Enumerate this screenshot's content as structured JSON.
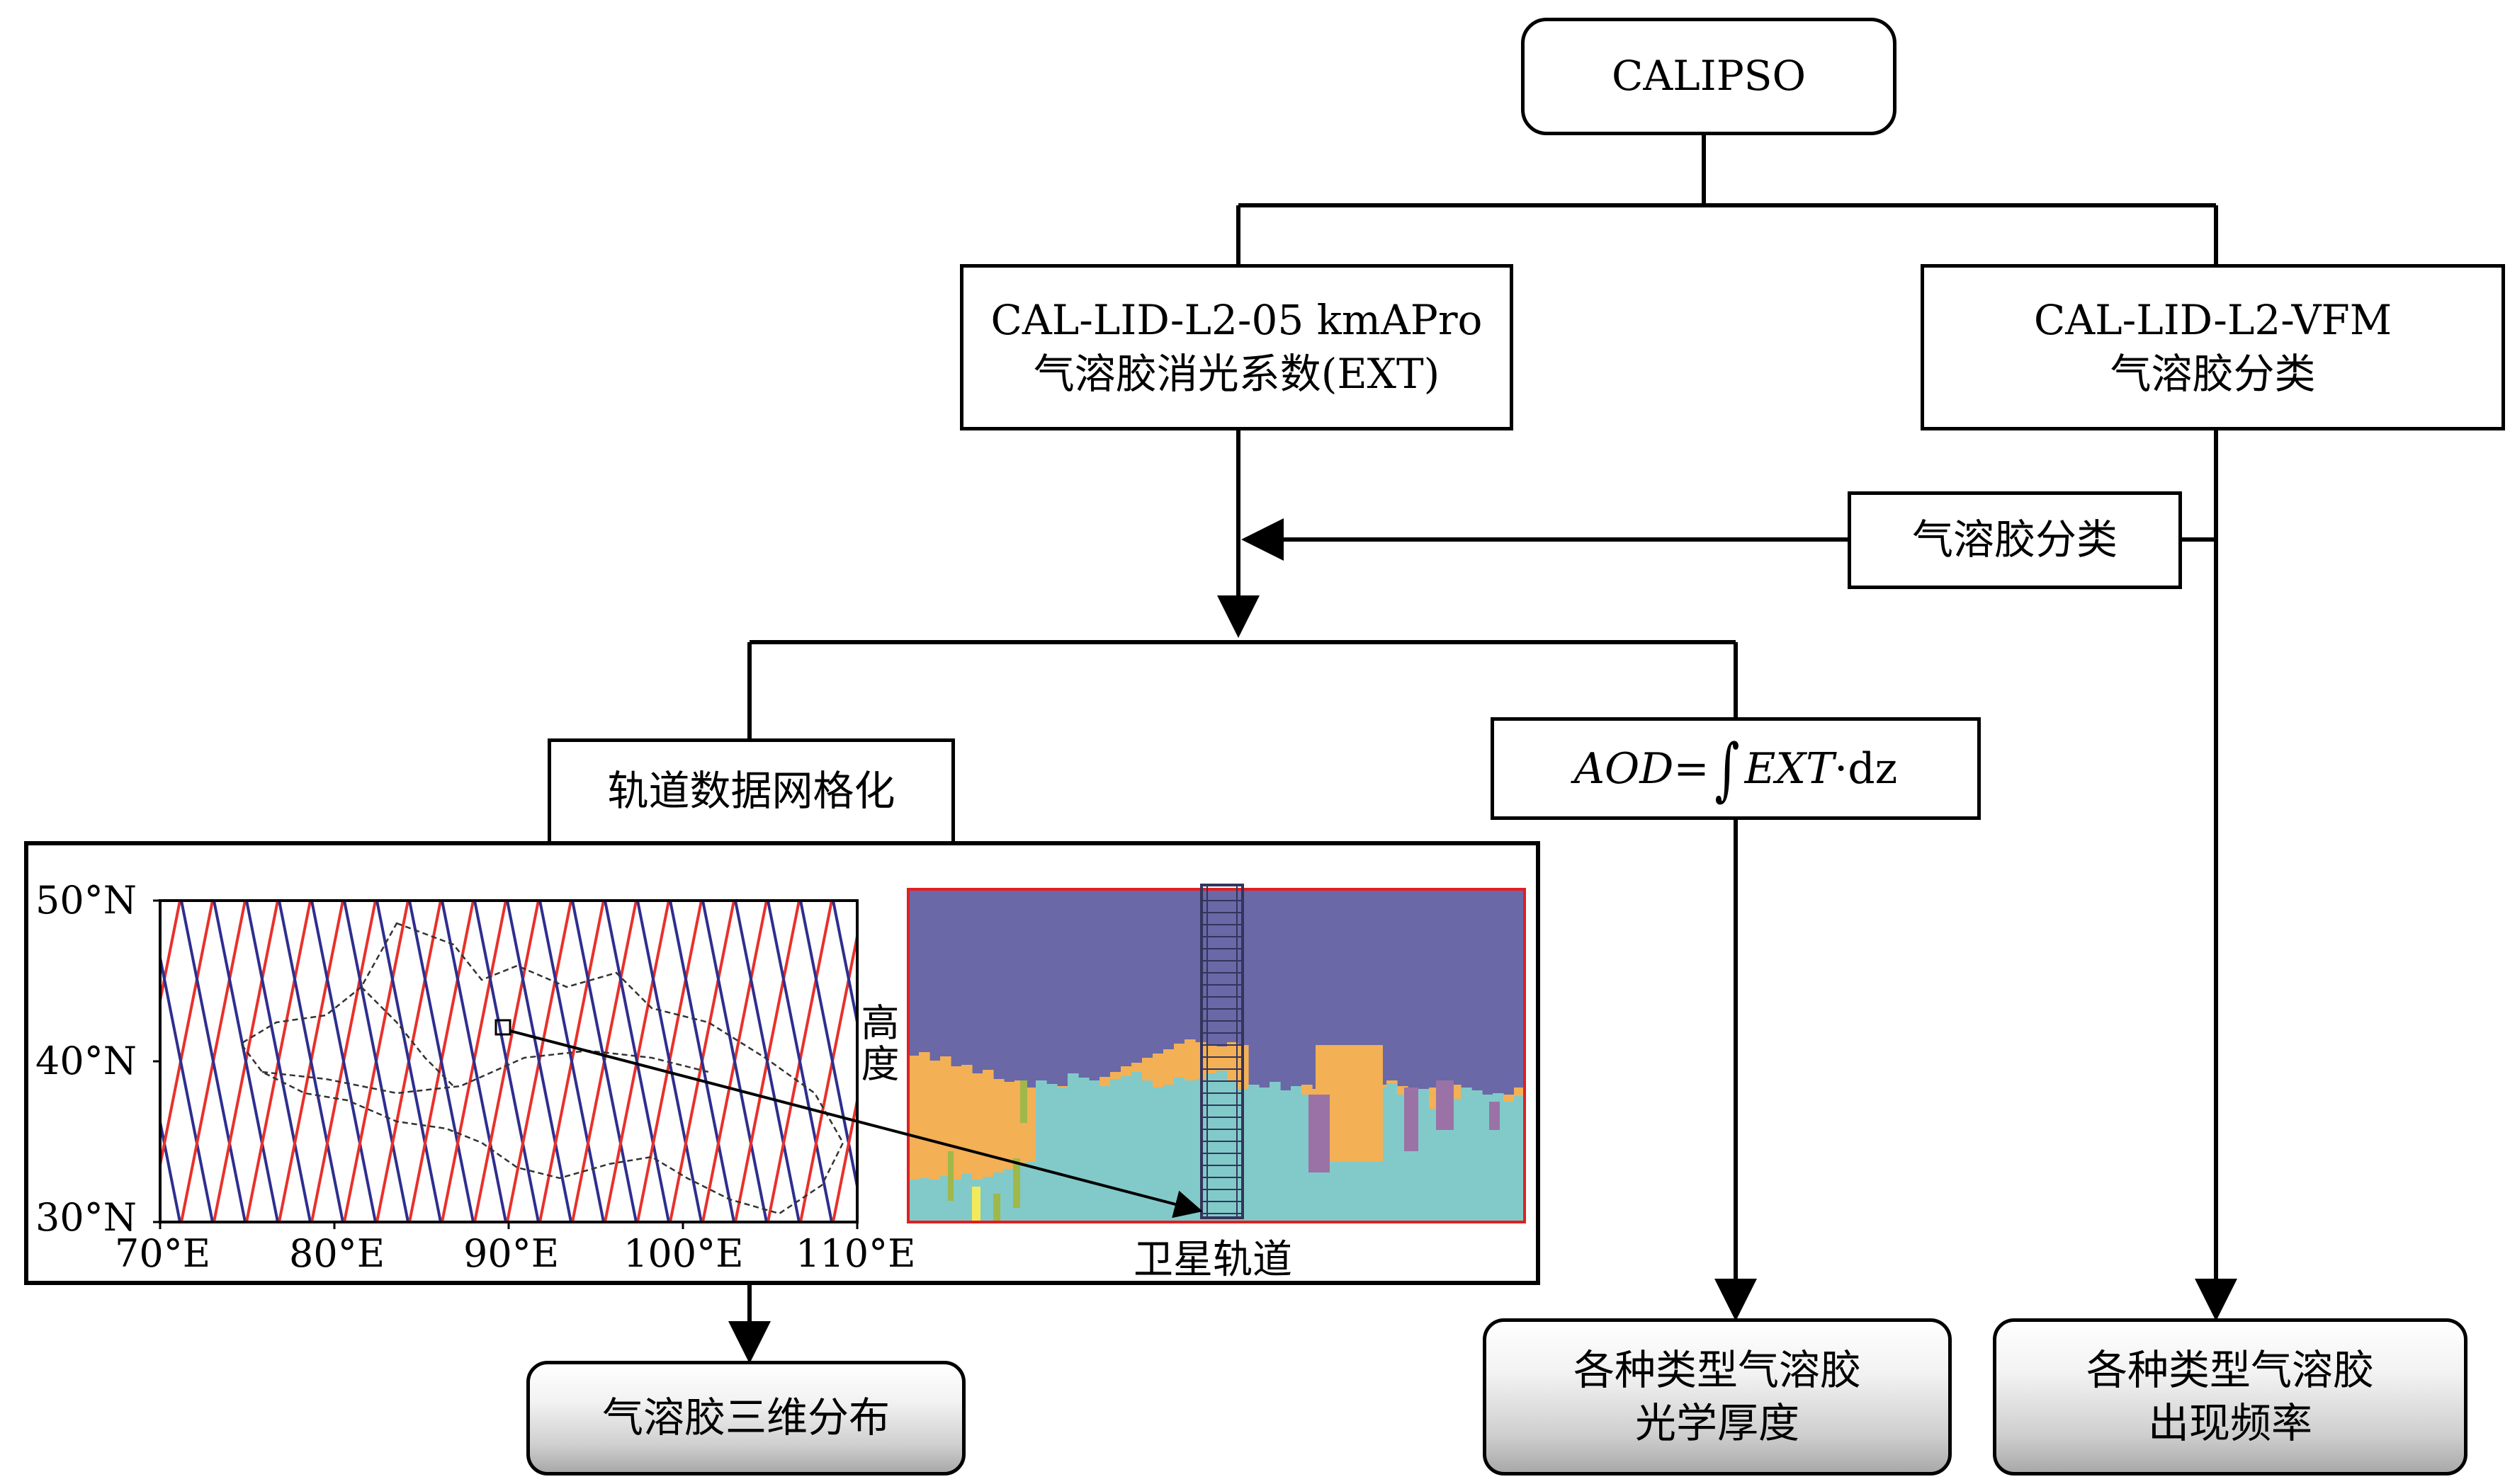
{
  "nodes": {
    "calipso": "CALIPSO",
    "apro_line1": "CAL-LID-L2-05 kmAPro",
    "apro_line2": "气溶胶消光系数(EXT)",
    "vfm_line1": "CAL-LID-L2-VFM",
    "vfm_line2": "气溶胶分类",
    "classify": "气溶胶分类",
    "grid": "轨道数据网格化",
    "aod_formula": {
      "lhs": "AOD",
      "eq": "=",
      "integral": "∫",
      "rhs": "EXT",
      "dot": "·",
      "dz": "dz"
    },
    "out_3d": "气溶胶三维分布",
    "out_aod_line1": "各种类型气溶胶",
    "out_aod_line2": "光学厚度",
    "out_freq_line1": "各种类型气溶胶",
    "out_freq_line2": "出现频率"
  },
  "map_panel": {
    "lat_ticks": [
      "50°N",
      "40°N",
      "30°N"
    ],
    "lon_ticks": [
      "70°E",
      "80°E",
      "90°E",
      "100°E",
      "110°E"
    ],
    "track_colors": {
      "ascending": "#e8312b",
      "descending": "#2e2e8f"
    }
  },
  "profile_panel": {
    "ylabel": "高度",
    "xlabel": "卫星轨道",
    "colors": {
      "clear": "#6a68a6",
      "orange": "#f3b055",
      "cyan": "#82cac9",
      "purple": "#9b72a6",
      "green": "#a0b84a",
      "yellow": "#f3ea5a",
      "border": "#e02020"
    }
  }
}
